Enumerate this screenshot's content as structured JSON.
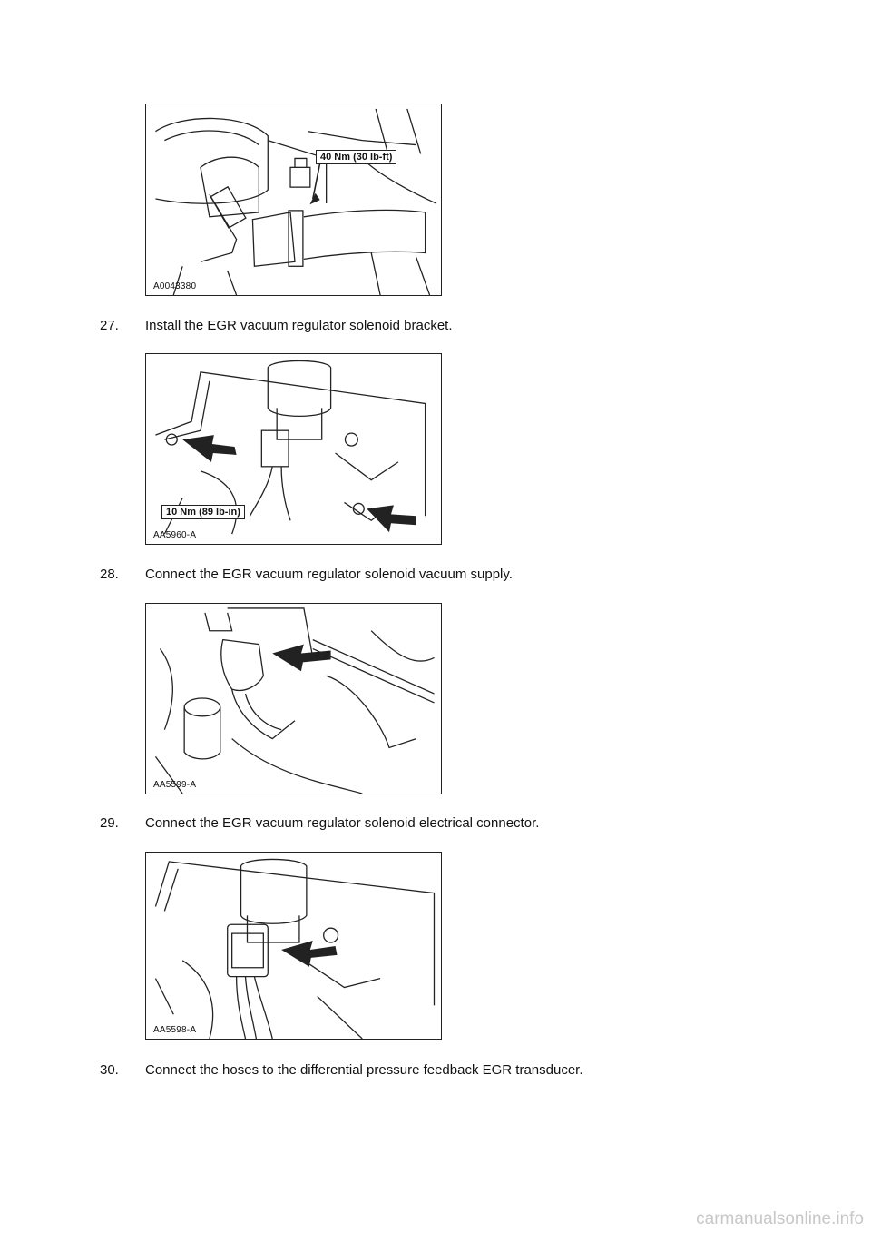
{
  "figures": [
    {
      "code": "A0043380",
      "callout": "40 Nm (30 lb-ft)"
    },
    {
      "code": "AA5960-A",
      "callout": "10 Nm (89 lb-in)"
    },
    {
      "code": "AA5599-A",
      "callout": ""
    },
    {
      "code": "AA5598-A",
      "callout": ""
    }
  ],
  "steps": [
    {
      "num": "27.",
      "text": "Install the EGR vacuum regulator solenoid bracket."
    },
    {
      "num": "28.",
      "text": "Connect the EGR vacuum regulator solenoid vacuum supply."
    },
    {
      "num": "29.",
      "text": "Connect the EGR vacuum regulator solenoid electrical connector."
    },
    {
      "num": "30.",
      "text": "Connect the hoses to the differential pressure feedback EGR transducer."
    }
  ],
  "footer": {
    "watermark": "carmanualsonline.info"
  }
}
